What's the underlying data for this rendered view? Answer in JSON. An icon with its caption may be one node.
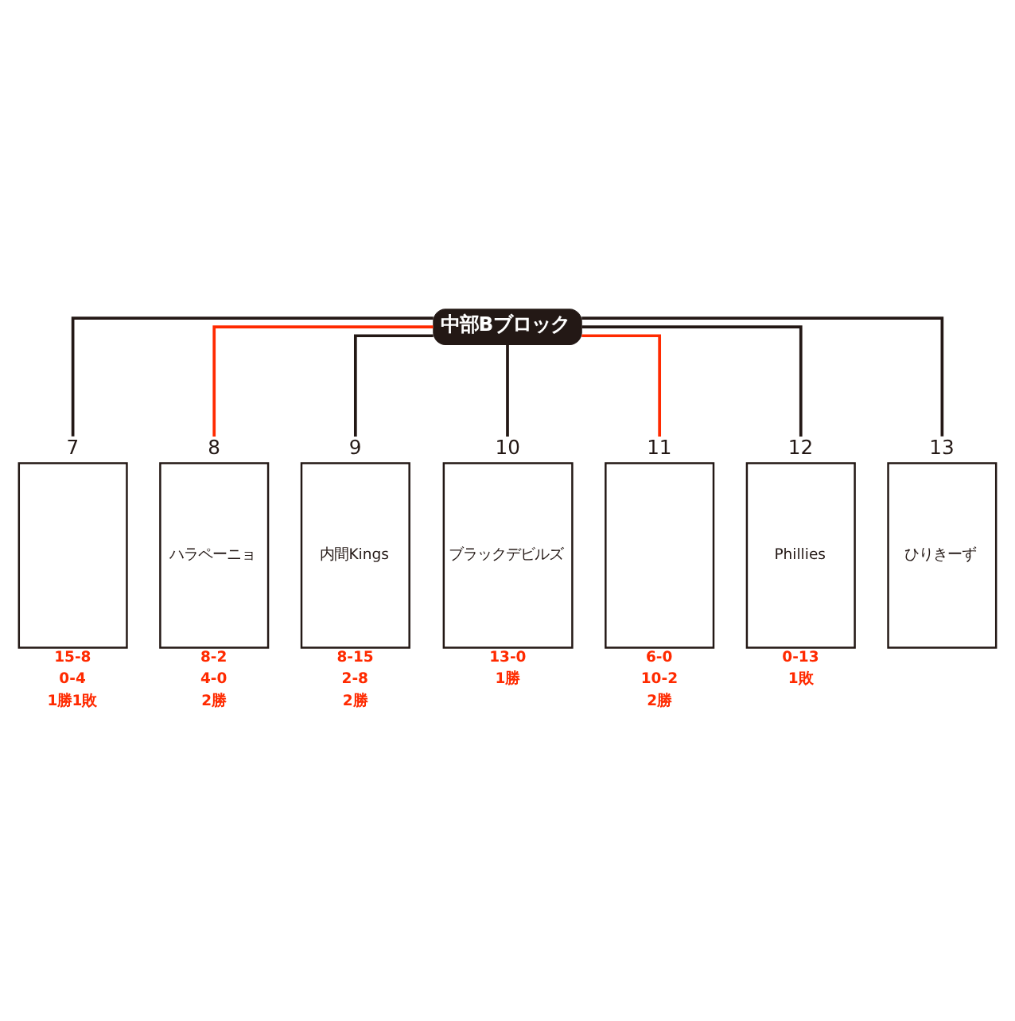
{
  "diagram": {
    "nodes": [
      {
        "text": [
          "中部Bブロック"
        ]
      },
      {
        "text": [],
        "shape": "box",
        "beside": [
          "7",
          "15-8",
          "0-4",
          "1勝1敗"
        ]
      },
      {
        "text": [
          "ハラペーニョ"
        ],
        "beside": [
          "8",
          "8-2",
          "4-0",
          "2勝"
        ]
      },
      {
        "text": [
          "内間Kings"
        ],
        "beside": [
          "9",
          "8-15",
          "2-8",
          "2勝"
        ]
      },
      {
        "text": [
          "ブラックデビルズ"
        ],
        "beside": [
          "10",
          "13-0",
          "1勝"
        ]
      },
      {
        "text": [],
        "shape": "box",
        "beside": [
          "11",
          "6-0",
          "10-2",
          "2勝"
        ]
      },
      {
        "text": [
          "Phillies"
        ],
        "beside": [
          "12",
          "0-13",
          "1敗"
        ]
      },
      {
        "text": [
          "ひりきーず"
        ],
        "beside": [
          "13"
        ]
      }
    ],
    "edges": [
      {
        "from": 0,
        "to": 1,
        "arrow": "none"
      },
      {
        "from": 0,
        "to": 2,
        "arrow": "none",
        "color": "#ff2a00"
      },
      {
        "from": 0,
        "to": 3,
        "arrow": "none"
      },
      {
        "from": 0,
        "to": 4,
        "arrow": "none"
      },
      {
        "from": 0,
        "to": 5,
        "arrow": "none",
        "color": "#ff2a00"
      },
      {
        "from": 0,
        "to": 6,
        "arrow": "none"
      },
      {
        "from": 0,
        "to": 7,
        "arrow": "none"
      }
    ]
  }
}
